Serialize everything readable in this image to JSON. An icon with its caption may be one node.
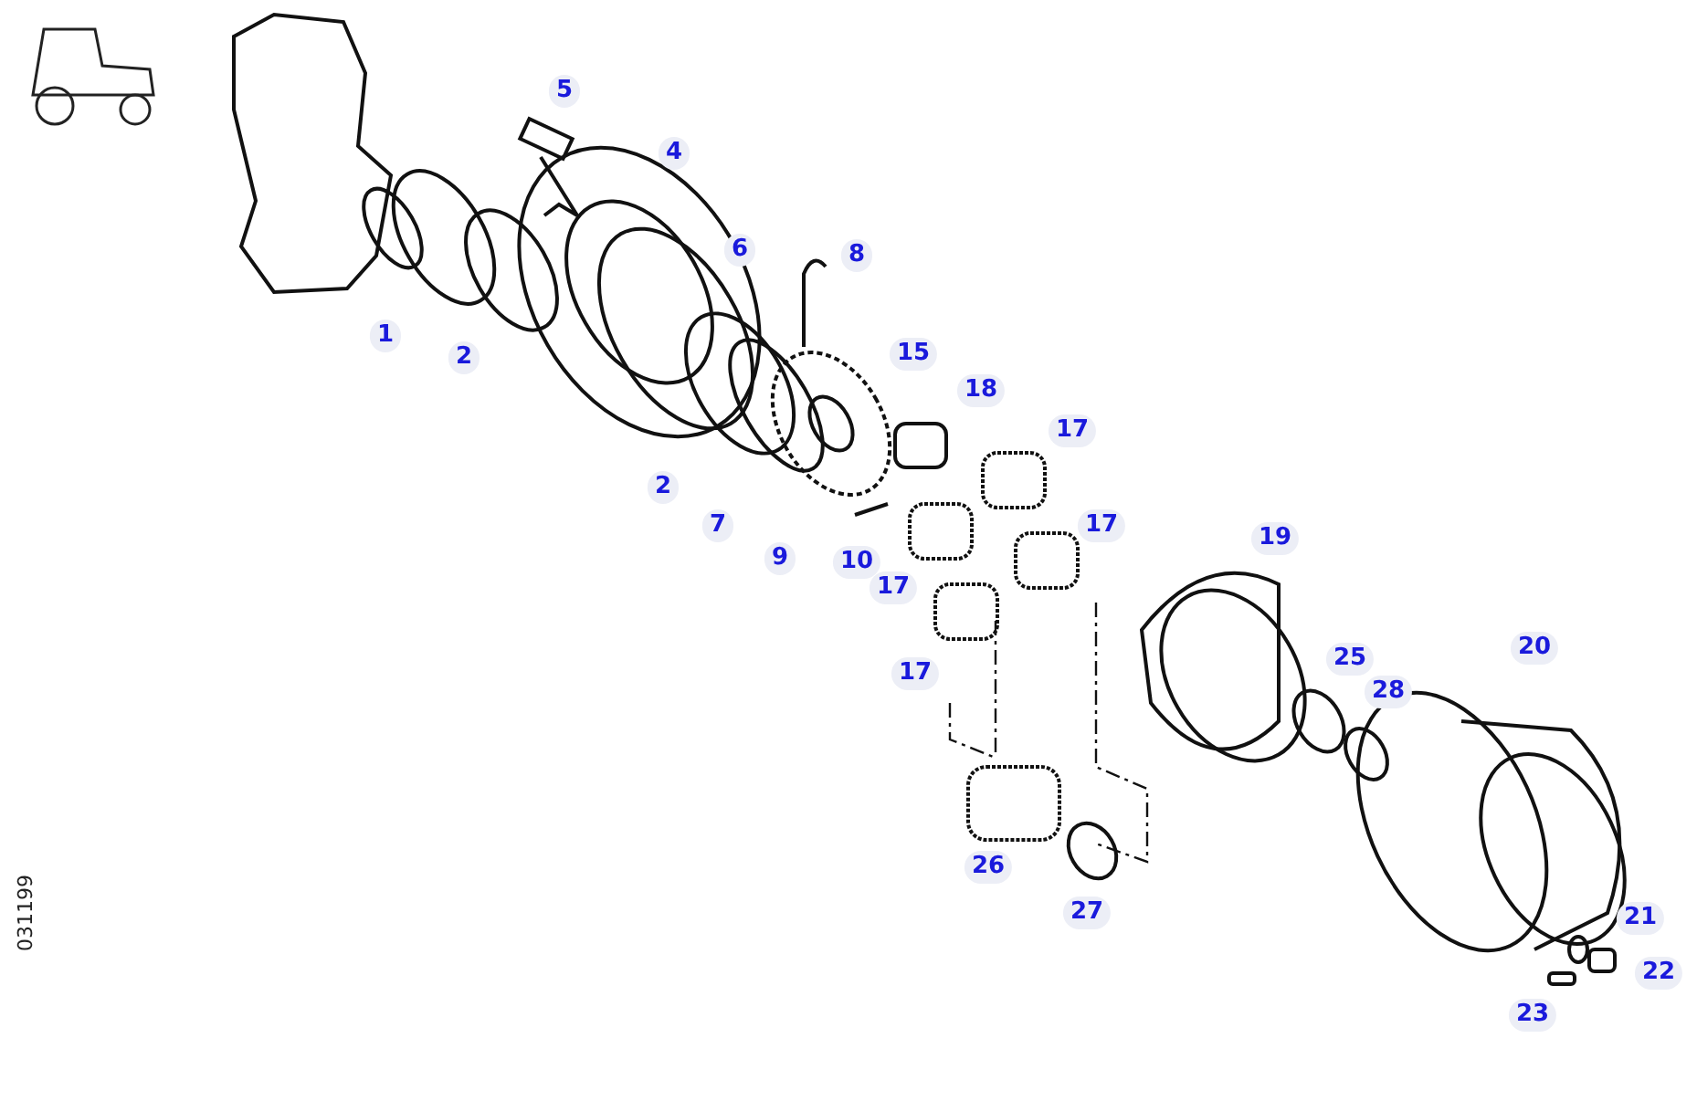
{
  "diagram": {
    "labels": [
      "5",
      "4",
      "6",
      "8",
      "1",
      "2",
      "15",
      "18",
      "17",
      "2",
      "7",
      "9",
      "10",
      "17",
      "19",
      "17",
      "17",
      "25",
      "28",
      "20",
      "031199",
      "26",
      "27",
      "21",
      "22",
      "23"
    ]
  }
}
